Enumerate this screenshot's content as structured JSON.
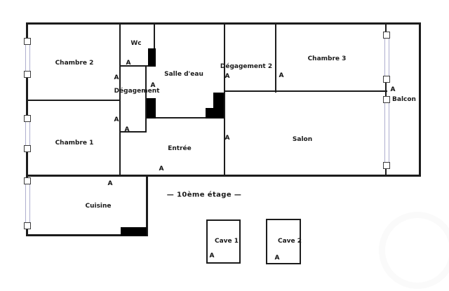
{
  "palette": {
    "wall": "#1c1c1c",
    "window_line": "#aeaecf",
    "door_fill": "#000000",
    "text": "#1a1a1a"
  },
  "marks": {
    "letter": "A"
  },
  "caption": {
    "text": "—  10ème étage  —"
  },
  "rooms": [
    {
      "id": "chambre-2",
      "label": "Chambre 2"
    },
    {
      "id": "wc",
      "label": "Wc"
    },
    {
      "id": "salle-deau",
      "label": "Salle d'eau"
    },
    {
      "id": "degagement",
      "label": "Dégagement"
    },
    {
      "id": "degagement-2",
      "label": "Dégagement 2"
    },
    {
      "id": "chambre-3",
      "label": "Chambre 3"
    },
    {
      "id": "balcon",
      "label": "Balcon"
    },
    {
      "id": "chambre-1",
      "label": "Chambre 1"
    },
    {
      "id": "entree",
      "label": "Entrée"
    },
    {
      "id": "salon",
      "label": "Salon"
    },
    {
      "id": "cuisine",
      "label": "Cuisine"
    },
    {
      "id": "cave-1",
      "label": "Cave 1"
    },
    {
      "id": "cave-2",
      "label": "Cave 2"
    }
  ]
}
